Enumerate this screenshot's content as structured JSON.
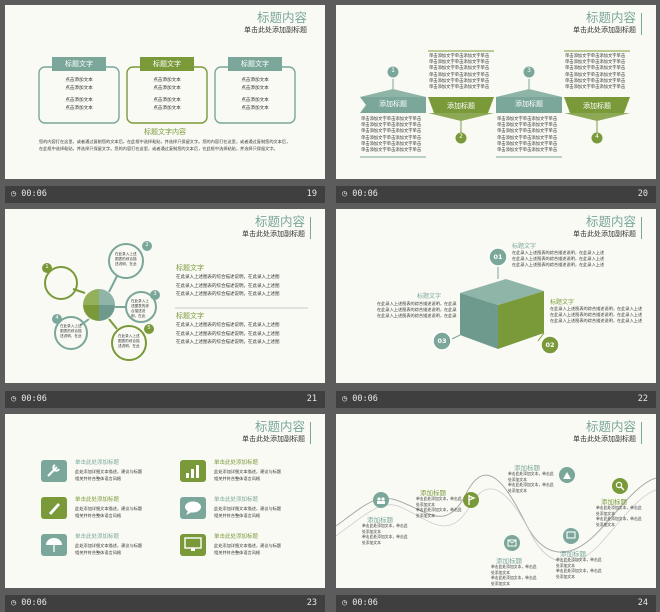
{
  "common": {
    "time": "00:06",
    "title": "标题内容",
    "subtitle": "单击此处添加副标题"
  },
  "colors": {
    "teal": "#7aa79a",
    "olive": "#7a9a3a",
    "dark_bar": "#3f3f3f",
    "background": "#5c5c5c"
  },
  "slides": {
    "s19": {
      "number": "19",
      "box_label": "标题文字",
      "box_line": "点击添加文本",
      "content_title": "标题文字内容",
      "para_line1": "您的内容打在这里，或者通过复制您的文本后，在此框中选择粘贴，并选择只保留文字。您的内容打在这里，或者通过复制您的文本后，",
      "para_line2": "在此框中选择粘贴，并选择只保留文字。您的内容打在这里，或者通过复制您的文本后，在此框中选择粘贴，并选择只保留文字。"
    },
    "s20": {
      "number": "20",
      "tab_label": "添加标题",
      "nums": [
        "1",
        "2",
        "3",
        "4"
      ],
      "text_line": "单击添加文字单击添加文字单击"
    },
    "s21": {
      "number": "21",
      "h1": "标题文字",
      "h2": "标题文字",
      "p_line": "在此录入上述图表的综合描述说明，在此录入上述图",
      "circle_text": "在此录入上述图表的综合描述说明，在此",
      "badges": [
        "1",
        "2",
        "3",
        "4",
        "5"
      ]
    },
    "s22": {
      "number": "22",
      "label": "标题文字",
      "nums": [
        "01",
        "02",
        "03"
      ],
      "desc_line": "在此录入上述图表的综合描述说明，在此录入上述图表"
    },
    "s23": {
      "number": "23",
      "item_title": "单击此处添加标题",
      "item_line1": "此处添加详细文本描述，建议与标题",
      "item_line2": "相关并符合整体语言风格"
    },
    "s24": {
      "number": "24",
      "label": "添加标题",
      "desc_line": "单击此处添加文本，单击此处添加文本"
    }
  }
}
